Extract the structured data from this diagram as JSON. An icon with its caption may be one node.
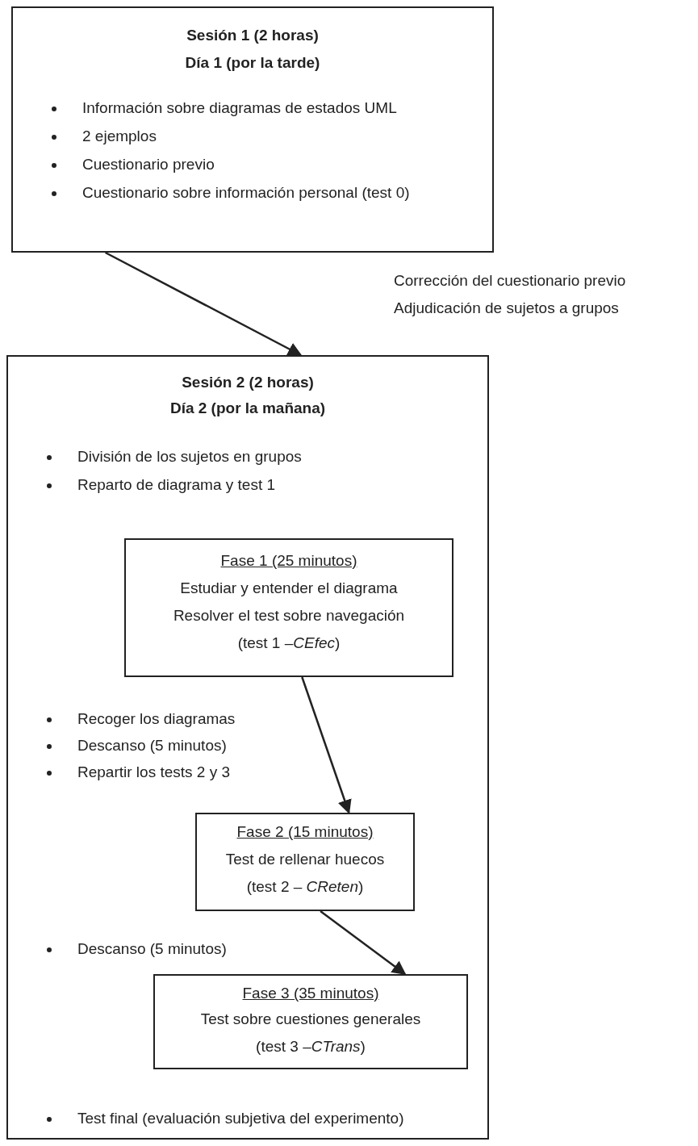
{
  "diagram": {
    "nodes": [
      {
        "text": [
          "Sesión 1 (2 horas)",
          "Día 1 (por la tarde)",
          "Información sobre diagramas de estados UML",
          "2 ejemplos",
          "Cuestionario previo",
          "Cuestionario sobre información personal (test 0)"
        ]
      },
      {
        "text": [
          "Sesión 2 (2 horas)",
          "Día 2 (por la mañana)",
          "División de los sujetos en grupos",
          "Reparto de diagrama y test 1",
          "Recoger los diagramas",
          "Descanso (5 minutos)",
          "Repartir los tests 2 y 3",
          "Descanso (5 minutos)",
          "Test final (evaluación subjetiva del experimento)"
        ]
      },
      {
        "text": [
          "Fase 1 (25 minutos)",
          "Estudiar y entender el diagrama",
          "Resolver el test sobre navegación",
          "(test 1 –*CEfec*)"
        ],
        "in": 1
      },
      {
        "text": [
          "Fase 2 (15 minutos)",
          "Test de rellenar huecos",
          "(test 2 – *CReten*)"
        ],
        "in": 1
      },
      {
        "text": [
          "Fase 3 (35 minutos)",
          "Test sobre cuestiones generales",
          "(test 3 –*CTrans*)"
        ],
        "in": 1
      }
    ],
    "edges": [
      {
        "from": 0,
        "to": 1,
        "arrow": "to"
      },
      {
        "from": 2,
        "to": 3,
        "arrow": "to"
      },
      {
        "from": 3,
        "to": 4,
        "arrow": "to"
      }
    ],
    "labels": [
      "Corrección del cuestionario previo",
      "Adjudicación de sujetos a grupos"
    ]
  }
}
